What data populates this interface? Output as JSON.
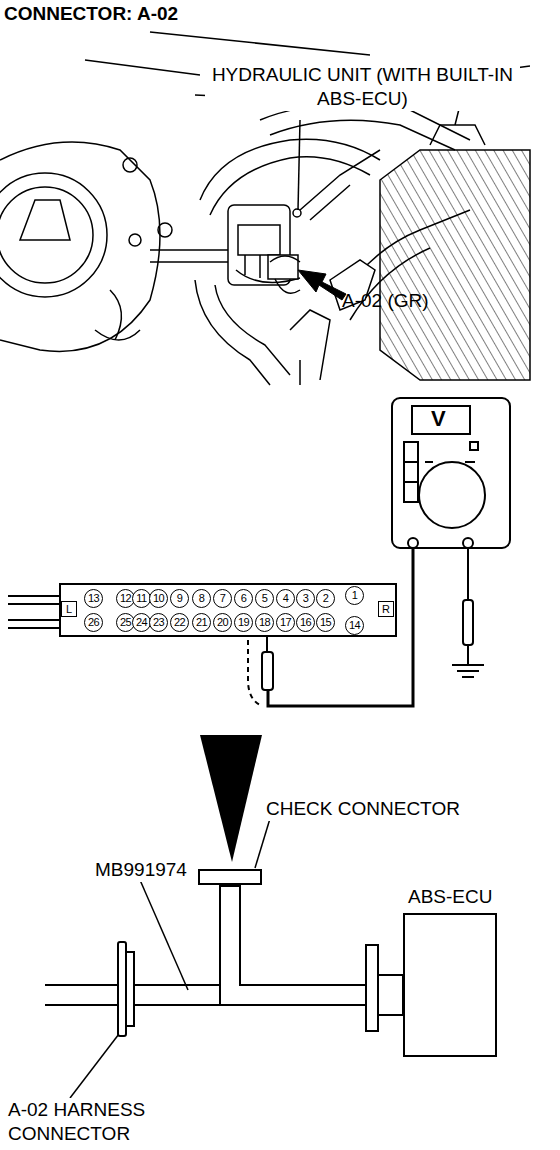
{
  "diagram": {
    "title": "CONNECTOR: A-02",
    "nodes": [
      {
        "text": [
          "CHECK CONNECTOR"
        ]
      },
      {
        "text": [
          "ABS-ECU"
        ]
      }
    ],
    "edges": [
      {
        "from": 0,
        "to": 1,
        "arrow": "none"
      }
    ],
    "labels": [
      "HYDRAULIC UNIT (WITH BUILT-IN ABS-ECU)",
      "A-02 (GR)",
      "V",
      "13",
      "12",
      "11",
      "10",
      "9",
      "8",
      "7",
      "6",
      "5",
      "4",
      "3",
      "2",
      "1",
      "26",
      "25",
      "24",
      "23",
      "22",
      "21",
      "20",
      "19",
      "18",
      "17",
      "16",
      "15",
      "14",
      "L",
      "R",
      "MB991974",
      "A-02 HARNESS CONNECTOR"
    ]
  }
}
